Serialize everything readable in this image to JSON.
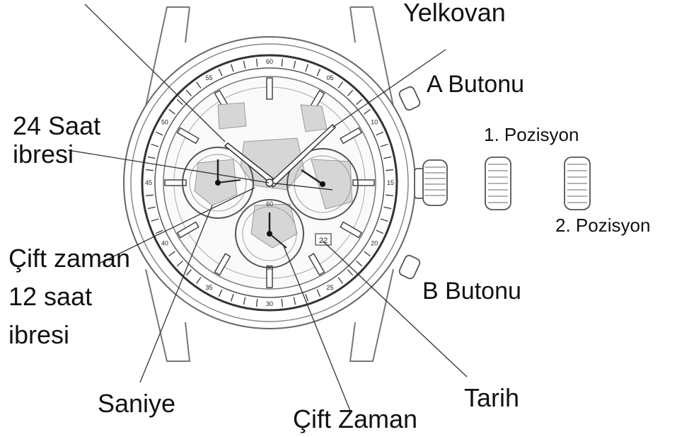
{
  "labels": {
    "minute_hand": "Yelkovan",
    "button_a": "A Butonu",
    "position_1": "1. Pozisyon",
    "position_2": "2. Pozisyon",
    "button_b": "B Butonu",
    "hand_24h": [
      "24 Saat",
      "ibresi"
    ],
    "dual_time_12h": [
      "Çift zaman",
      "12 saat",
      "ibresi"
    ],
    "second_hand": "Saniye",
    "dual_time": "Çift Zaman",
    "date": "Tarih"
  },
  "dial": {
    "bezel_numbers": [
      "60",
      "05",
      "10",
      "15",
      "20",
      "25",
      "30",
      "35",
      "40",
      "45",
      "50",
      "55"
    ],
    "subdial_top": "60",
    "subdial_bottom": "30",
    "date_window": "22"
  },
  "colors": {
    "ink": "#111111",
    "line": "#555555",
    "light_line": "#9a9a9a",
    "shade": "#d6d6d6",
    "background": "#ffffff"
  }
}
